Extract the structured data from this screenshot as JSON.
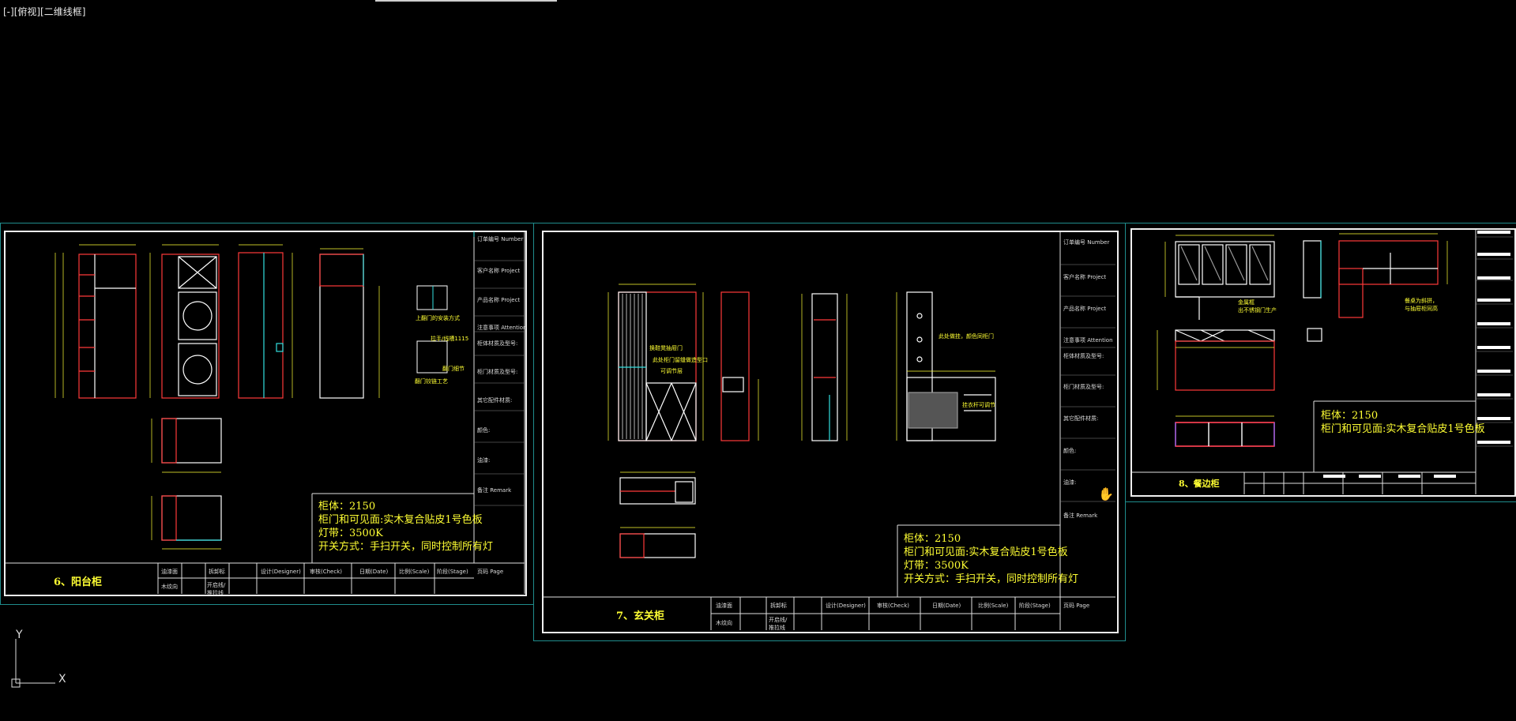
{
  "viewport": {
    "label": "[-][俯视][二维线框]"
  },
  "sheets": [
    {
      "title": "6、阳台柜",
      "notes": [
        "柜体：2150",
        "柜门和可见面:实木复合贴皮1号色板",
        "灯带：3500K",
        "开关方式：手扫开关，同时控制所有灯"
      ],
      "annotations": [
        "上翻门的安装方式",
        "拉手/线槽1115",
        "翻门细节",
        "翻门铰链工艺"
      ],
      "title_block_fields": [
        "订单编号 Number",
        "客户名称 Project",
        "产品名称 Project",
        "注意事项 Attention",
        "柜体材质及型号:",
        "柜门材质及型号:",
        "其它配件材质:",
        "颜色:",
        "油漆:",
        "备注   Remark"
      ],
      "footer_cells": [
        "油漆面",
        "木纹向",
        "拆卸标",
        "开启线/推拉线",
        "设计(Designer)",
        "审核(Check)",
        "日期(Date)",
        "比例(Scale)",
        "阶段(Stage)",
        "页码   Page"
      ]
    },
    {
      "title": "7、玄关柜",
      "notes": [
        "柜体：2150",
        "柜门和可见面:实木复合贴皮1号色板",
        "灯带：3500K",
        "开关方式：手扫开关，同时控制所有灯"
      ],
      "annotations": [
        "换鞋凳抽屉门",
        "此处柜门留缝做造型口",
        "可调节层",
        "此处做挂，颜色同柜门",
        "挂衣杆可调节"
      ],
      "title_block_fields": [
        "订单编号 Number",
        "客户名称 Project",
        "产品名称 Project",
        "注意事项 Attention",
        "柜体材质及型号:",
        "柜门材质及型号:",
        "其它配件材质:",
        "颜色:",
        "油漆:",
        "备注   Remark"
      ],
      "footer_cells": [
        "油漆面",
        "木纹向",
        "拆卸标",
        "开启线/推拉线",
        "设计(Designer)",
        "审核(Check)",
        "日期(Date)",
        "比例(Scale)",
        "阶段(Stage)",
        "页码   Page"
      ]
    },
    {
      "title": "8、餐边柜",
      "notes": [
        "柜体：2150",
        "柜门和可见面:实木复合贴皮1号色板"
      ],
      "annotations": [
        "金属框",
        "出不锈钢门生产",
        "餐桌为斜拼，",
        "与抽屉柜同高"
      ],
      "title_block_fields": [],
      "footer_cells": []
    }
  ],
  "ucs": {
    "y_label": "Y",
    "x_label": "X"
  },
  "colors": {
    "background": "#000000",
    "sheet_border": "#1f8c8c",
    "frame": "#f0f0f0",
    "note_text": "#ffff33",
    "dimension": "#ffff33",
    "cabinet_red": "#ff3a3a",
    "cabinet_cyan": "#33e0e0",
    "cabinet_white": "#ffffff"
  }
}
